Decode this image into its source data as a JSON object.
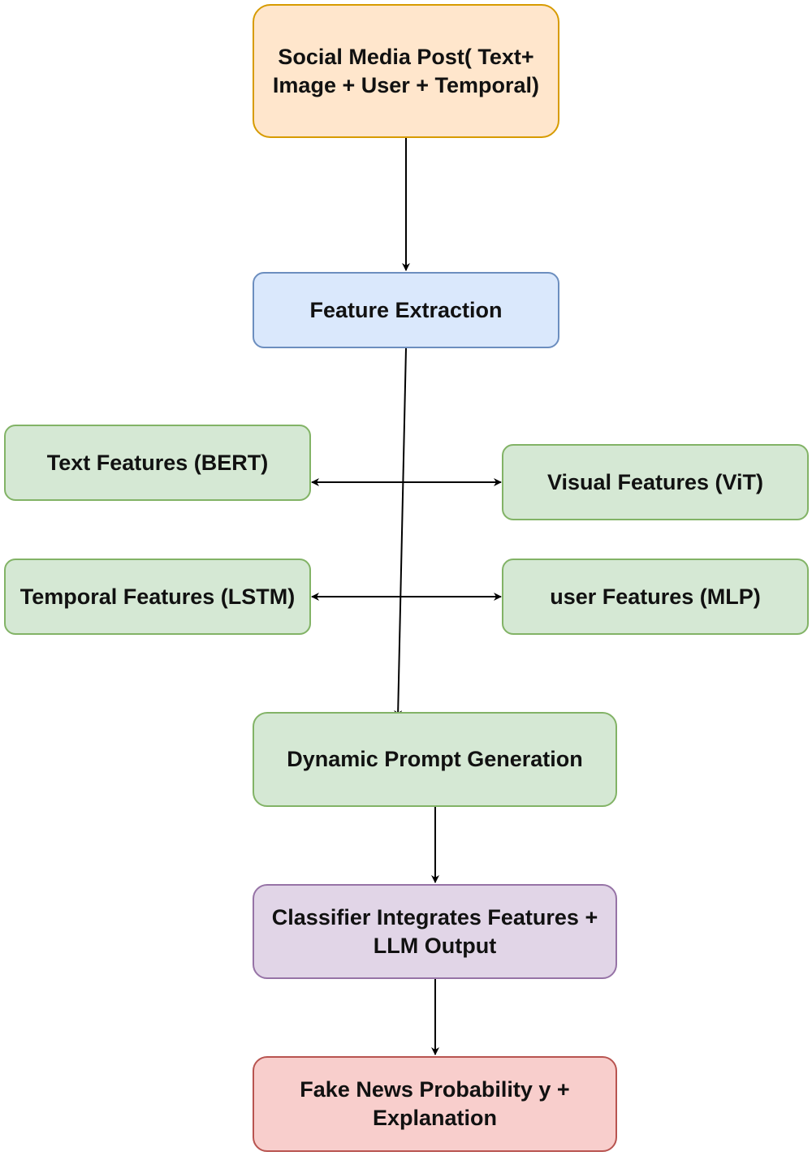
{
  "nodes": {
    "post": {
      "lines": [
        "Social Media Post( Text+",
        "Image + User + Temporal)"
      ],
      "fill": "#ffe6cc",
      "stroke": "#d79b00"
    },
    "extract": {
      "lines": [
        "Feature Extraction"
      ],
      "fill": "#dae8fc",
      "stroke": "#6c8ebf"
    },
    "text": {
      "lines": [
        "Text Features (BERT)"
      ],
      "fill": "#d5e8d4",
      "stroke": "#82b366"
    },
    "visual": {
      "lines": [
        "Visual Features (ViT)"
      ],
      "fill": "#d5e8d4",
      "stroke": "#82b366"
    },
    "temporal": {
      "lines": [
        "Temporal Features (LSTM)"
      ],
      "fill": "#d5e8d4",
      "stroke": "#82b366"
    },
    "user": {
      "lines": [
        "user Features (MLP)"
      ],
      "fill": "#d5e8d4",
      "stroke": "#82b366"
    },
    "prompt": {
      "lines": [
        "Dynamic Prompt Generation"
      ],
      "fill": "#d5e8d4",
      "stroke": "#82b366"
    },
    "classifier": {
      "lines": [
        "Classifier Integrates Features +",
        "LLM Output"
      ],
      "fill": "#e1d5e7",
      "stroke": "#9673a6"
    },
    "output": {
      "lines": [
        "Fake News Probability y +",
        "Explanation"
      ],
      "fill": "#f8cecc",
      "stroke": "#b85450"
    }
  },
  "edges": [
    {
      "from": "post",
      "to": "extract",
      "type": "directed"
    },
    {
      "from": "extract",
      "to": "prompt",
      "type": "directed"
    },
    {
      "from": "text",
      "to": "visual",
      "type": "bidirectional"
    },
    {
      "from": "temporal",
      "to": "user",
      "type": "bidirectional"
    },
    {
      "from": "prompt",
      "to": "classifier",
      "type": "directed"
    },
    {
      "from": "classifier",
      "to": "output",
      "type": "directed"
    }
  ],
  "style": {
    "edge_color": "#000000"
  }
}
